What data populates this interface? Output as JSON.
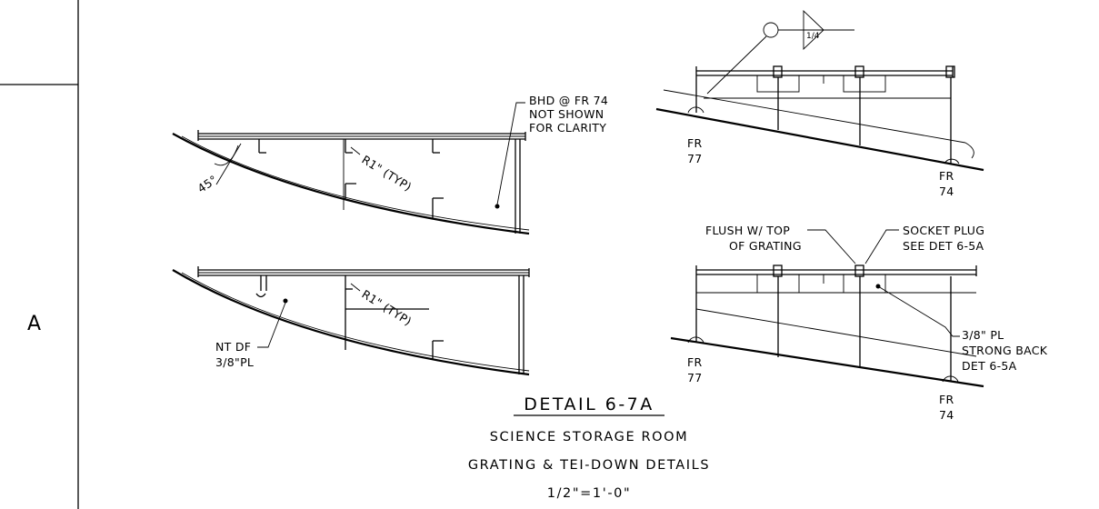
{
  "border": {
    "zone_letter": "A"
  },
  "views": {
    "top_left": {
      "note_bhd": [
        "BHD @ FR 74",
        "NOT SHOWN",
        "FOR CLARITY"
      ],
      "angle": "45°",
      "radius": "R1\" (TYP)"
    },
    "bottom_left": {
      "radius": "R1\" (TYP)",
      "note_nt": [
        "NT DF",
        "3/8\"PL"
      ]
    },
    "top_right": {
      "weld_size": "1/4",
      "frame_left": [
        "FR",
        "77"
      ],
      "frame_right": [
        "FR",
        "74"
      ]
    },
    "bottom_right": {
      "note_flush": [
        "FLUSH W/ TOP",
        "OF GRATING"
      ],
      "note_socket": [
        "SOCKET PLUG",
        "SEE DET 6-5A"
      ],
      "note_plate": [
        "3/8\" PL",
        "STRONG BACK",
        "DET 6-5A"
      ],
      "frame_left": [
        "FR",
        "77"
      ],
      "frame_right": [
        "FR",
        "74"
      ]
    }
  },
  "title_block": {
    "title": "DETAIL 6-7A",
    "line1": "SCIENCE STORAGE ROOM",
    "line2": "GRATING & TEI-DOWN DETAILS",
    "scale": "1/2\"=1'-0\""
  }
}
